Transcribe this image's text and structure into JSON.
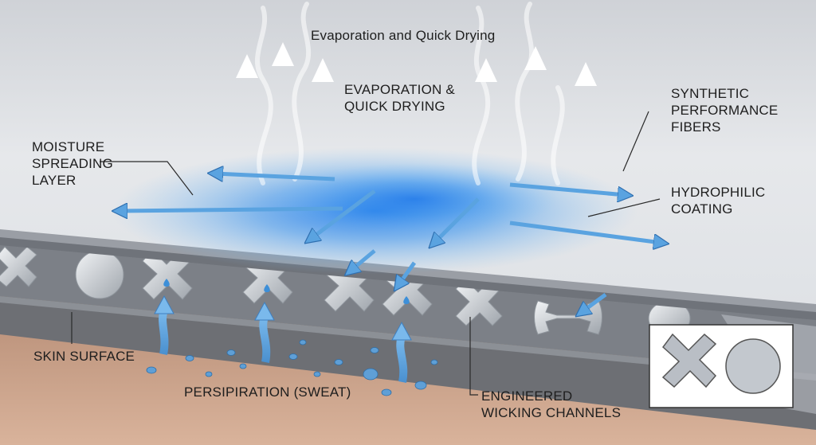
{
  "labels": {
    "title": "Evaporation and Quick Drying",
    "evaporation": {
      "line1": "EVAPORATION &",
      "line2": "QUICK DRYING"
    },
    "synthetic": {
      "line1": "SYNTHETIC",
      "line2": "PERFORMANCE",
      "line3": "FIBERS"
    },
    "moisture": {
      "line1": "MOISTURE",
      "line2": "SPREADING",
      "line3": "LAYER"
    },
    "hydrophilic": {
      "line1": "HYDROPHILIC",
      "line2": "COATING"
    },
    "skin": "SKIN SURFACE",
    "perspiration": "PERSIPIRATION (SWEAT)",
    "channels": {
      "line1": "ENGINEERED",
      "line2": "WICKING CHANNELS"
    }
  },
  "colors": {
    "fabric_top": "#e9ebee",
    "fabric_shadow": "#8e9298",
    "moisture_blue": "#2f86e6",
    "arrow_blue": "#5fa6dc",
    "skin": "#c9a48c",
    "fiber": "#c7ccd2"
  },
  "icons": [
    "up-arrow-icon",
    "droplet-icon",
    "cross-section-fiber-icon",
    "round-fiber-icon"
  ]
}
